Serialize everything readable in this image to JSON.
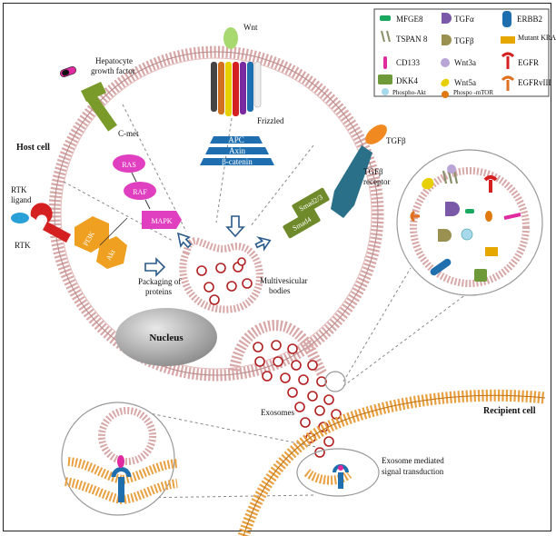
{
  "labels": {
    "host_cell": "Host cell",
    "recipient_cell": "Recipient cell",
    "hgf": [
      "Hepatocyte",
      "growth factor"
    ],
    "cmet": "C-met",
    "wnt": "Wnt",
    "frizzled": "Frizzled",
    "tgfb": "TGFβ",
    "tgfb_receptor": [
      "TGFβ",
      "receptor"
    ],
    "rtk_ligand": [
      "RTK",
      "ligand"
    ],
    "rtk": "RTK",
    "packaging": [
      "Packaging of",
      "proteins"
    ],
    "mvb": [
      "Multivesicular",
      "bodies"
    ],
    "nucleus": "Nucleus",
    "exosomes": "Exosomes",
    "signal": [
      "Exosome mediated",
      "signal transduction"
    ]
  },
  "pathway": {
    "ras": "RAS",
    "raf": "RAF",
    "mapk": "MAPK",
    "pi3k": "PI3K",
    "akt": "Akt",
    "apc": "APC",
    "axin": "Axin",
    "bcatenin": "β-catenin",
    "smad23": "Smad2/3",
    "smad4": "Smad4"
  },
  "legend": [
    {
      "label": "MFGE8",
      "color": "#1aa860"
    },
    {
      "label": "TGFα",
      "color": "#7a5aa8"
    },
    {
      "label": "ERBB2",
      "color": "#1f6fae"
    },
    {
      "label": "TSPAN 8",
      "color": "#8a8f6a"
    },
    {
      "label": "TGFβ",
      "color": "#9a9050"
    },
    {
      "label": "Mutant KRAS",
      "color": "#e6a800"
    },
    {
      "label": "CD133",
      "color": "#e02aa0"
    },
    {
      "label": "Wnt3a",
      "color": "#b9a6d6"
    },
    {
      "label": "EGFR",
      "color": "#d42020"
    },
    {
      "label": "DKK4",
      "color": "#6f9a3a"
    },
    {
      "label": "Wnt5a",
      "color": "#e8d000"
    },
    {
      "label": "EGFRvIII",
      "color": "#e07020"
    },
    {
      "label": "Phospho-Akt",
      "color": "#a8d8ec"
    },
    {
      "label": "Phospo -mTOR",
      "color": "#e07a10"
    }
  ]
}
